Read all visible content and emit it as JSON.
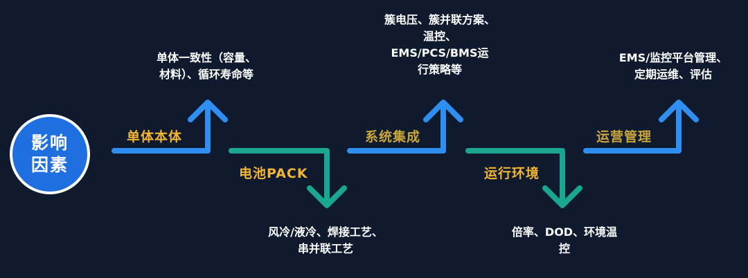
{
  "center": {
    "line1": "影响",
    "line2": "因素"
  },
  "stages": [
    {
      "label": "单体本体",
      "note_lines": [
        "单体一致性（容量、",
        "材料）、循环寿命等"
      ]
    },
    {
      "label": "电池PACK",
      "note_lines": [
        "风冷/液冷、焊接工艺、",
        "串并联工艺"
      ]
    },
    {
      "label": "系统集成",
      "note_lines": [
        "簇电压、簇并联方案、",
        "温控、",
        "EMS/PCS/BMS运",
        "行策略等"
      ]
    },
    {
      "label": "运行环境",
      "note_lines": [
        "倍率、DOD、环境温",
        "控"
      ]
    },
    {
      "label": "运营管理",
      "note_lines": [
        "EMS/监控平台管理、",
        "定期运维、评估"
      ]
    }
  ],
  "colors": {
    "background": "#0f1a2e",
    "up_arrow": "#2f8ff0",
    "down_arrow": "#1aa690",
    "circle_fill": "#1f6fe0",
    "label_gold": "#f2b534",
    "label_gold_dim": "#caa63c"
  }
}
